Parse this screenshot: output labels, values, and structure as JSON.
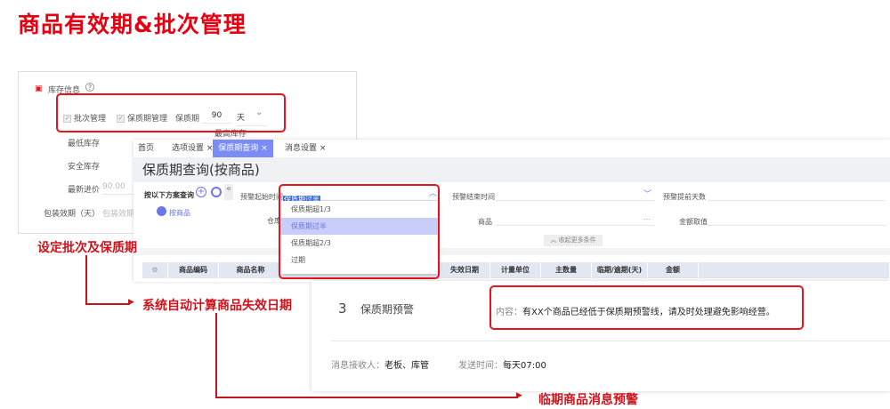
{
  "title": "商品有效期&批次管理",
  "inventory_panel": {
    "section": "库存信息",
    "batch_mgmt": "批次管理",
    "shelf_mgmt": "保质期管理",
    "shelf_life_label": "保质期",
    "shelf_life_value": "90",
    "unit": "天",
    "min_stock": "最低库存",
    "max_stock": "最高库存",
    "safe_stock": "安全库存",
    "latest_price_label": "最新进价",
    "latest_price": "90.00",
    "pack_label": "包装效期（天）",
    "pack_placeholder": "包装效期"
  },
  "query_panel": {
    "tabs": [
      {
        "label": "首页"
      },
      {
        "label": "选项设置 ×"
      },
      {
        "label": "保质期查询 ×",
        "active": true
      },
      {
        "label": "消息设置 ×"
      }
    ],
    "page_title": "保质期查询(按商品)",
    "scheme_label": "按以下方案查询",
    "scheme_item": "按商品",
    "filters": {
      "start_label": "预警起始时间",
      "start_value": "保质期过半",
      "end_label": "预警结束时间",
      "days_label": "预警提前天数",
      "warehouse_label": "仓库",
      "product_label": "商品",
      "amount_label": "金额取值",
      "collapse": "收起更多条件"
    },
    "dropdown": [
      "保质期超1/3",
      "保质期过半",
      "保质期超2/3",
      "过期"
    ],
    "dropdown_selected": "保质期过半",
    "columns": [
      "商品编码",
      "商品名称",
      "失效日期",
      "计量单位",
      "主数量",
      "临期/逾期(天)",
      "金额"
    ]
  },
  "message_card": {
    "index": "3",
    "name": "保质期预警",
    "content_label": "内容：",
    "content": "有XX个商品已经低于保质期预警线，请及时处理避免影响经营。",
    "receiver_label": "消息接收人：",
    "receiver": "老板、库管",
    "time_label": "发送时间：",
    "time": "每天07:00"
  },
  "annotations": {
    "a1": "设定批次及保质期",
    "a2": "系统自动计算商品失效日期",
    "a3": "临期商品消息预警"
  },
  "colors": {
    "accent_red": "#e60012",
    "tab_active": "#7b8cf5"
  }
}
